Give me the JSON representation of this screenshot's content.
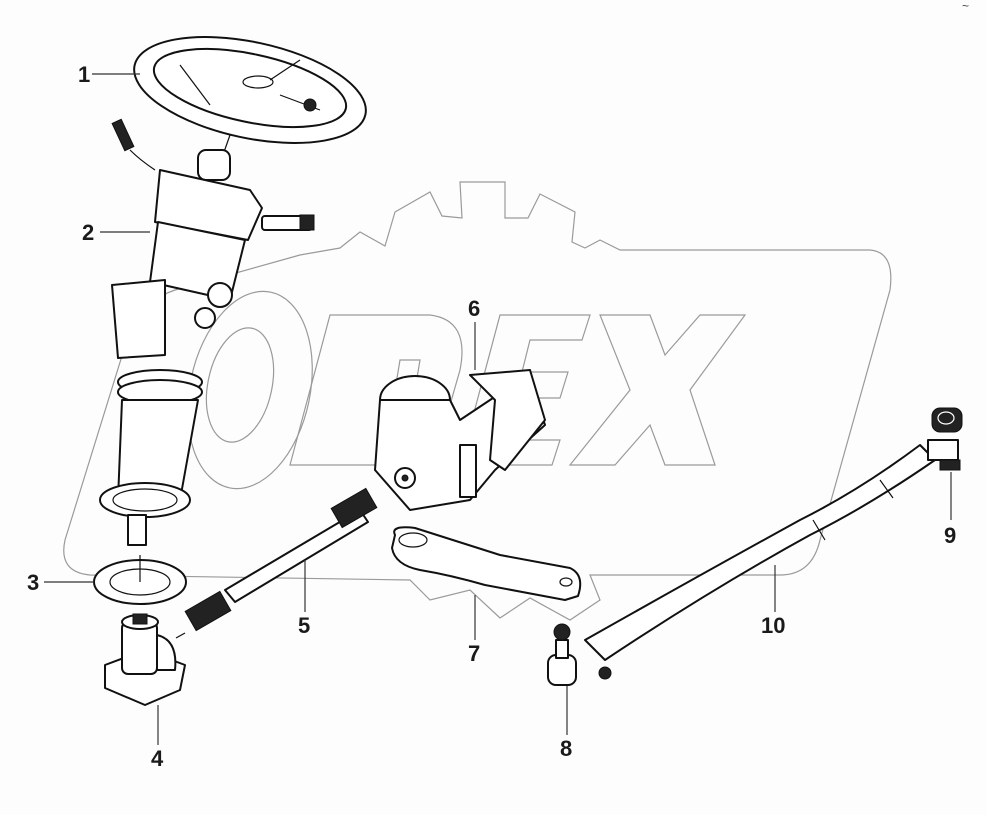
{
  "diagram": {
    "type": "exploded-parts-diagram",
    "subject": "steering system assembly",
    "watermark": {
      "text": "ODEX",
      "shape": "gear-outline",
      "color": "#9a9a9a"
    },
    "corner_mark": "~",
    "callouts": [
      {
        "id": 1,
        "label": "1",
        "part": "steering wheel"
      },
      {
        "id": 2,
        "label": "2",
        "part": "steering column"
      },
      {
        "id": 3,
        "label": "3",
        "part": "gasket"
      },
      {
        "id": 4,
        "label": "4",
        "part": "column bracket"
      },
      {
        "id": 5,
        "label": "5",
        "part": "intermediate shaft"
      },
      {
        "id": 6,
        "label": "6",
        "part": "steering gear box"
      },
      {
        "id": 7,
        "label": "7",
        "part": "pitman arm"
      },
      {
        "id": 8,
        "label": "8",
        "part": "tie rod end"
      },
      {
        "id": 9,
        "label": "9",
        "part": "tie rod end"
      },
      {
        "id": 10,
        "label": "10",
        "part": "drag link"
      }
    ]
  }
}
